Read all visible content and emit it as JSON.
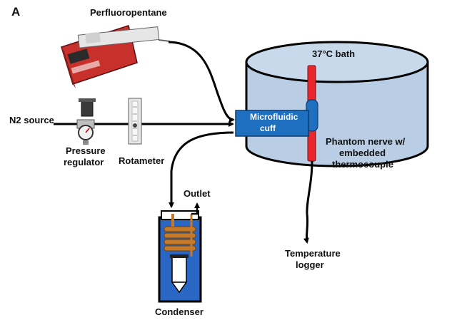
{
  "panel_label": "A",
  "labels": {
    "perfluoropentane": "Perfluoropentane",
    "n2_source": "N2 source",
    "pressure_regulator": [
      "Pressure",
      "regulator"
    ],
    "rotameter": "Rotameter",
    "microfluidic_cuff": [
      "Microfluidic",
      "cuff"
    ],
    "bath": "37°C bath",
    "phantom_nerve": [
      "Phantom nerve w/",
      "embedded",
      "thermocouple"
    ],
    "outlet": "Outlet",
    "temperature_logger": [
      "Temperature",
      "logger"
    ],
    "condenser": "Condenser"
  },
  "colors": {
    "bath_fill": "#b9cde5",
    "cuff_fill": "#1f6fc1",
    "nerve_fill": "#e8262b",
    "condenser_fill": "#2a66c4",
    "coil": "#c57a2a",
    "pump_red": "#c8302c"
  },
  "icons": [
    "syringe-pump-icon",
    "pressure-gauge-icon",
    "rotameter-icon",
    "condenser-icon"
  ]
}
